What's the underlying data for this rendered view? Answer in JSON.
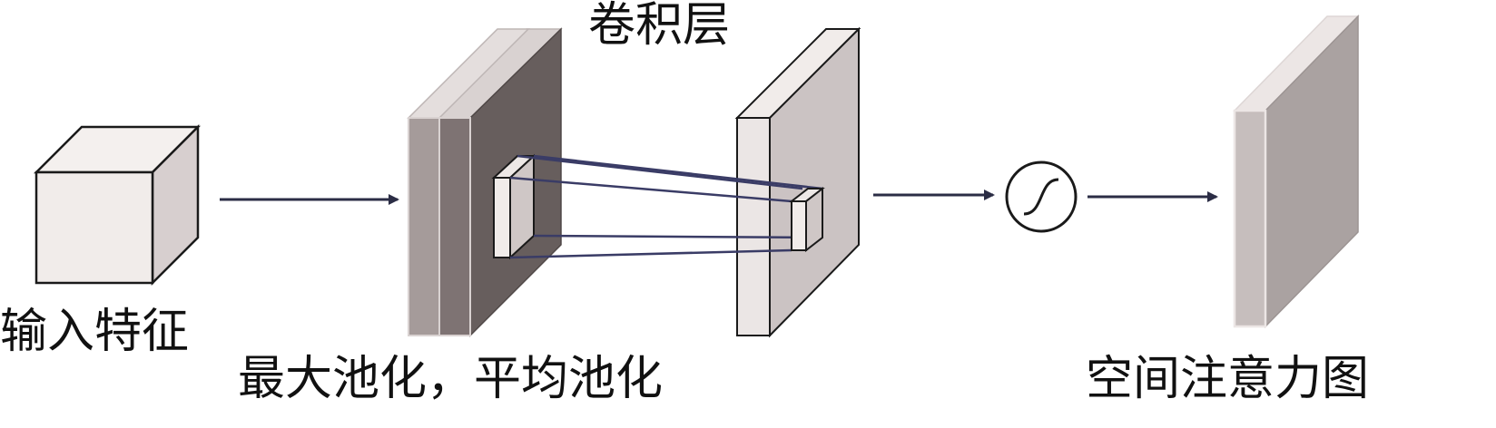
{
  "labels": {
    "input_features": "输入特征",
    "pooling": "最大池化，平均池化",
    "conv_layer": "卷积层",
    "attention_map": "空间注意力图"
  },
  "icons": {
    "activation": "sigmoid-icon"
  },
  "colors": {
    "stroke": "#1a1a1a",
    "arrow": "#2b2d45",
    "kernel_lines": "#3a3c66",
    "cube_face": "#f1ecea",
    "cube_side": "#d7cfcf",
    "pool_front_a": "#a59b9a",
    "pool_front_b": "#7e7373",
    "pool_side": "#675e5d",
    "pool_top": "#ddd6d5",
    "conv_front": "#ebe6e5",
    "conv_side": "#cbc3c3",
    "att_front": "#c6bebd",
    "att_side": "#aaa2a1"
  }
}
